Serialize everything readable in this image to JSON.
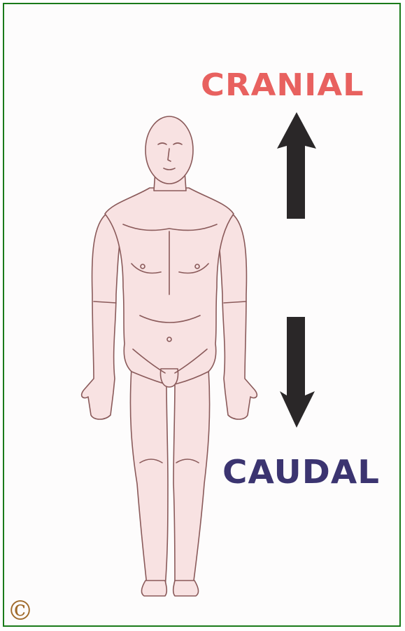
{
  "labels": {
    "cranial": "CRANIAL",
    "caudal": "CAUDAL",
    "copyright": "©"
  },
  "colors": {
    "cranial": "#e8615f",
    "caudal": "#3b3470",
    "arrow": "#2a2728",
    "frame_border": "#1a7a1a",
    "figure_fill": "#f8e2e2",
    "figure_outline": "#8a5a5a",
    "copyright": "#a06a2a"
  },
  "icons": {
    "up_arrow": "arrow-up-icon",
    "down_arrow": "arrow-down-icon",
    "figure": "human-figure-illustration"
  }
}
